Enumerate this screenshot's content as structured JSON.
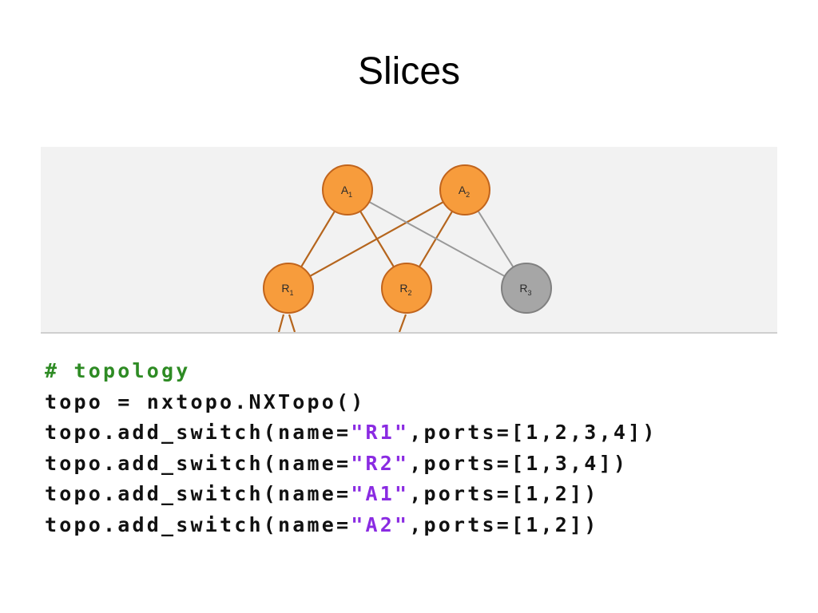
{
  "slide": {
    "title": "Slices"
  },
  "diagram": {
    "colors": {
      "active_node": "#f79c3c",
      "active_border": "#c1641c",
      "active_edge": "#b5651d",
      "inactive_node": "#a6a6a6",
      "inactive_border": "#808080",
      "inactive_edge": "#999999",
      "panel_background": "#f2f2f2"
    },
    "nodes": [
      {
        "id": "A1",
        "label": "A",
        "sub": "1",
        "state": "active"
      },
      {
        "id": "A2",
        "label": "A",
        "sub": "2",
        "state": "active"
      },
      {
        "id": "R1",
        "label": "R",
        "sub": "1",
        "state": "active"
      },
      {
        "id": "R2",
        "label": "R",
        "sub": "2",
        "state": "active"
      },
      {
        "id": "R3",
        "label": "R",
        "sub": "3",
        "state": "inactive"
      }
    ],
    "edges": [
      {
        "from": "A1",
        "to": "R1",
        "state": "active"
      },
      {
        "from": "A1",
        "to": "R2",
        "state": "active"
      },
      {
        "from": "A2",
        "to": "R1",
        "state": "active"
      },
      {
        "from": "A2",
        "to": "R2",
        "state": "active"
      },
      {
        "from": "A1",
        "to": "R3",
        "state": "inactive"
      },
      {
        "from": "A2",
        "to": "R3",
        "state": "inactive"
      }
    ]
  },
  "code": {
    "lines": [
      [
        {
          "t": "# topology",
          "k": "comment"
        }
      ],
      [
        {
          "t": "topo = nxtopo.NXTopo()",
          "k": "plain"
        }
      ],
      [
        {
          "t": "topo.add_switch(name=",
          "k": "plain"
        },
        {
          "t": "\"R1\"",
          "k": "string"
        },
        {
          "t": ",ports=[1,2,3,4])",
          "k": "plain"
        }
      ],
      [
        {
          "t": "topo.add_switch(name=",
          "k": "plain"
        },
        {
          "t": "\"R2\"",
          "k": "string"
        },
        {
          "t": ",ports=[1,3,4])",
          "k": "plain"
        }
      ],
      [
        {
          "t": "topo.add_switch(name=",
          "k": "plain"
        },
        {
          "t": "\"A1\"",
          "k": "string"
        },
        {
          "t": ",ports=[1,2])",
          "k": "plain"
        }
      ],
      [
        {
          "t": "topo.add_switch(name=",
          "k": "plain"
        },
        {
          "t": "\"A2\"",
          "k": "string"
        },
        {
          "t": ",ports=[1,2])",
          "k": "plain"
        }
      ]
    ]
  }
}
